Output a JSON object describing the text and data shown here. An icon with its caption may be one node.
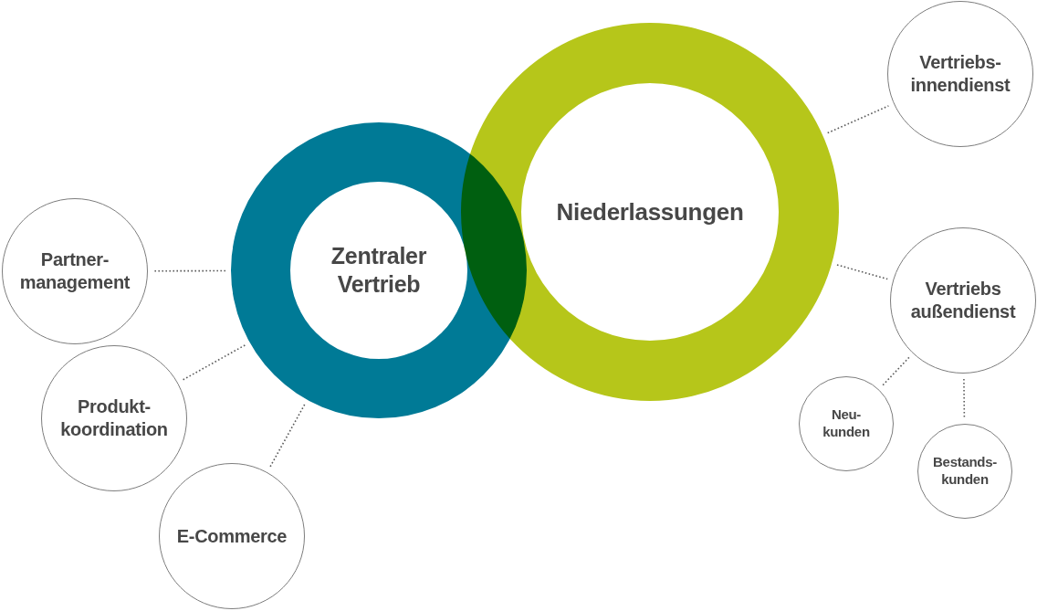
{
  "diagram": {
    "nodes": [
      {
        "text": [
          "Zentraler Vertrieb"
        ]
      },
      {
        "text": [
          "Niederlassungen"
        ]
      },
      {
        "text": [
          "Partner- management"
        ]
      },
      {
        "text": [
          "Produkt- koordination"
        ]
      },
      {
        "text": [
          "E-Commerce"
        ]
      },
      {
        "text": [
          "Vertriebs- innendienst"
        ]
      },
      {
        "text": [
          "Vertriebs außendienst"
        ]
      },
      {
        "text": [
          "Neu- kunden"
        ]
      },
      {
        "text": [
          "Bestands- kunden"
        ]
      }
    ],
    "edges": [
      {
        "from": 0,
        "to": 2,
        "arrow": "none"
      },
      {
        "from": 0,
        "to": 3,
        "arrow": "none"
      },
      {
        "from": 0,
        "to": 4,
        "arrow": "none"
      },
      {
        "from": 1,
        "to": 5,
        "arrow": "none"
      },
      {
        "from": 1,
        "to": 6,
        "arrow": "none"
      },
      {
        "from": 6,
        "to": 7,
        "arrow": "none"
      },
      {
        "from": 6,
        "to": 8,
        "arrow": "none"
      }
    ]
  }
}
